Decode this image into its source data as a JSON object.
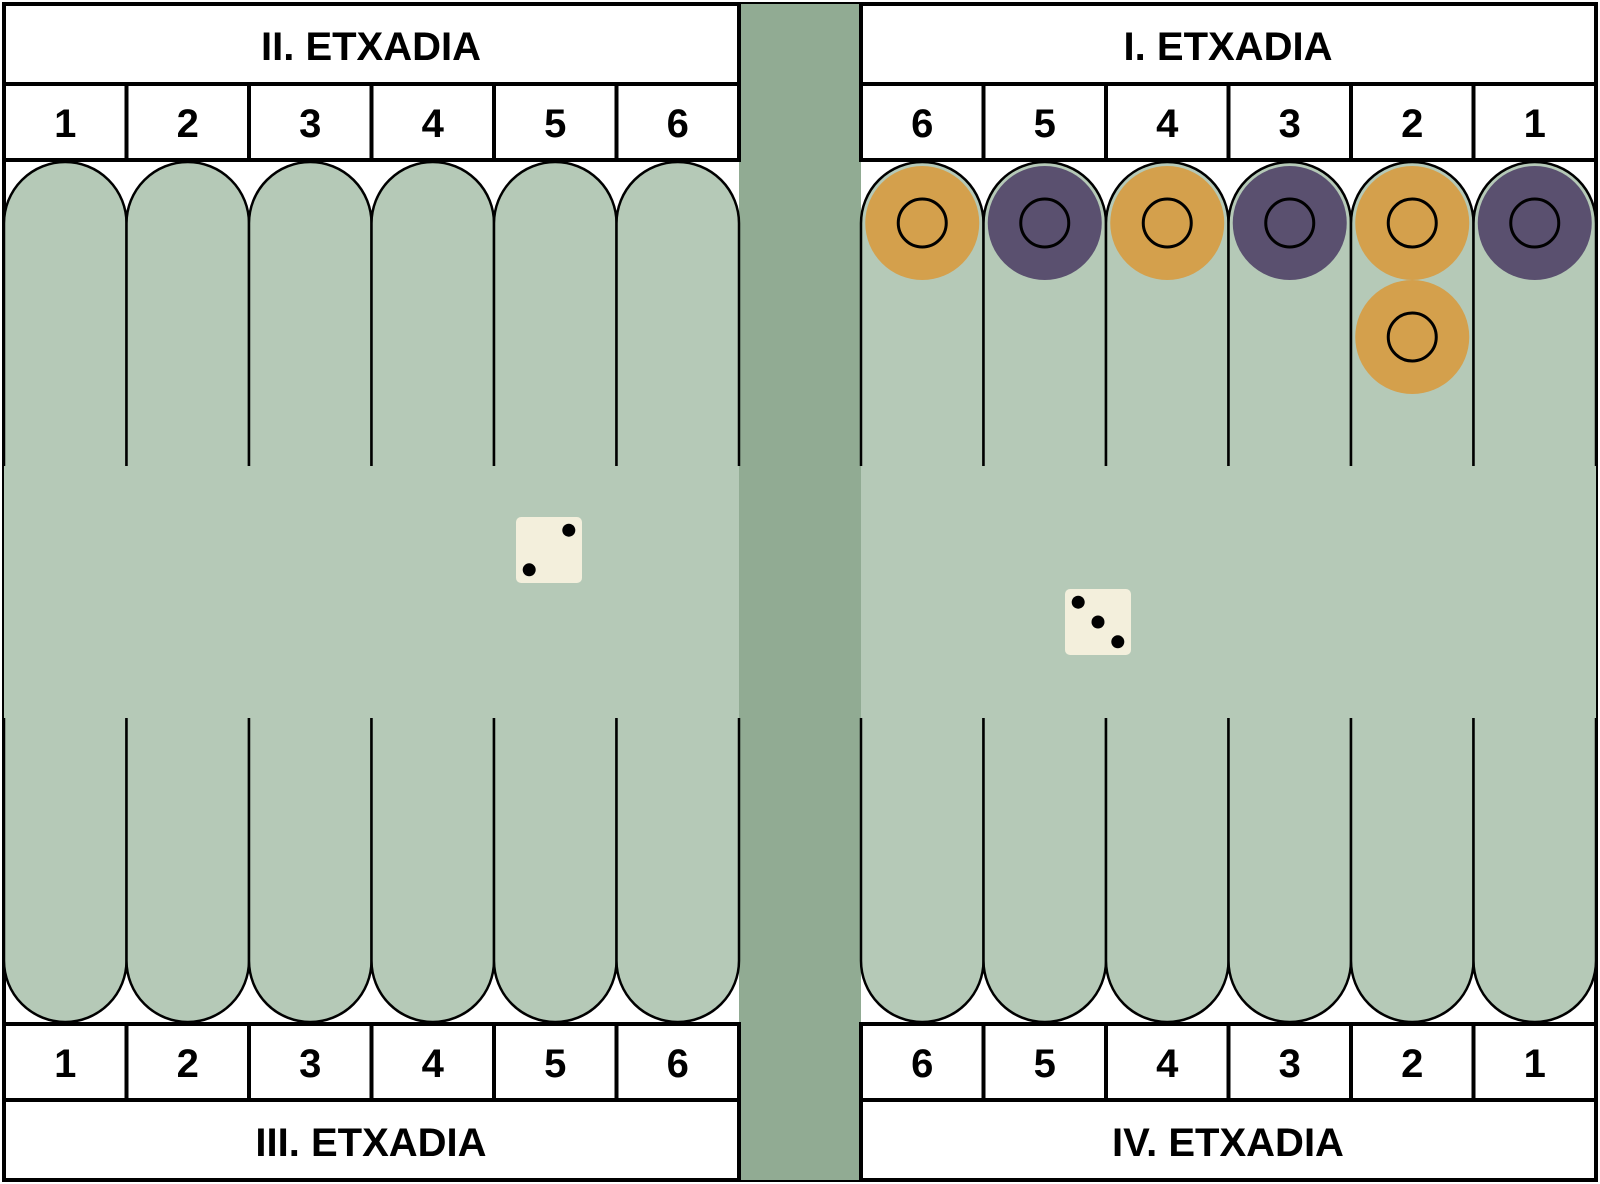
{
  "quadrants": {
    "top_left": {
      "title": "II. ETXADIA",
      "top_numbers": [
        "1",
        "2",
        "3",
        "4",
        "5",
        "6"
      ]
    },
    "top_right": {
      "title": "I. ETXADIA",
      "top_numbers": [
        "6",
        "5",
        "4",
        "3",
        "2",
        "1"
      ]
    },
    "bottom_left": {
      "title": "III. ETXADIA",
      "bottom_numbers": [
        "1",
        "2",
        "3",
        "4",
        "5",
        "6"
      ]
    },
    "bottom_right": {
      "title": "IV. ETXADIA",
      "bottom_numbers": [
        "6",
        "5",
        "4",
        "3",
        "2",
        "1"
      ]
    }
  },
  "colors": {
    "point_fill": "#b5c9b7",
    "bar_fill": "#91ab93",
    "checker_orange": "#d4a04c",
    "checker_purple": "#5a506f",
    "die_fill": "#f3efdc",
    "line": "#000000"
  },
  "checkers": [
    {
      "quadrant": "top_right",
      "point": "6",
      "color": "orange",
      "stack_index": 0
    },
    {
      "quadrant": "top_right",
      "point": "5",
      "color": "purple",
      "stack_index": 0
    },
    {
      "quadrant": "top_right",
      "point": "4",
      "color": "orange",
      "stack_index": 0
    },
    {
      "quadrant": "top_right",
      "point": "3",
      "color": "purple",
      "stack_index": 0
    },
    {
      "quadrant": "top_right",
      "point": "2",
      "color": "orange",
      "stack_index": 0
    },
    {
      "quadrant": "top_right",
      "point": "2",
      "color": "orange",
      "stack_index": 1
    },
    {
      "quadrant": "top_right",
      "point": "1",
      "color": "purple",
      "stack_index": 0
    }
  ],
  "dice": [
    {
      "side": "left",
      "value": 2
    },
    {
      "side": "right",
      "value": 3
    }
  ]
}
